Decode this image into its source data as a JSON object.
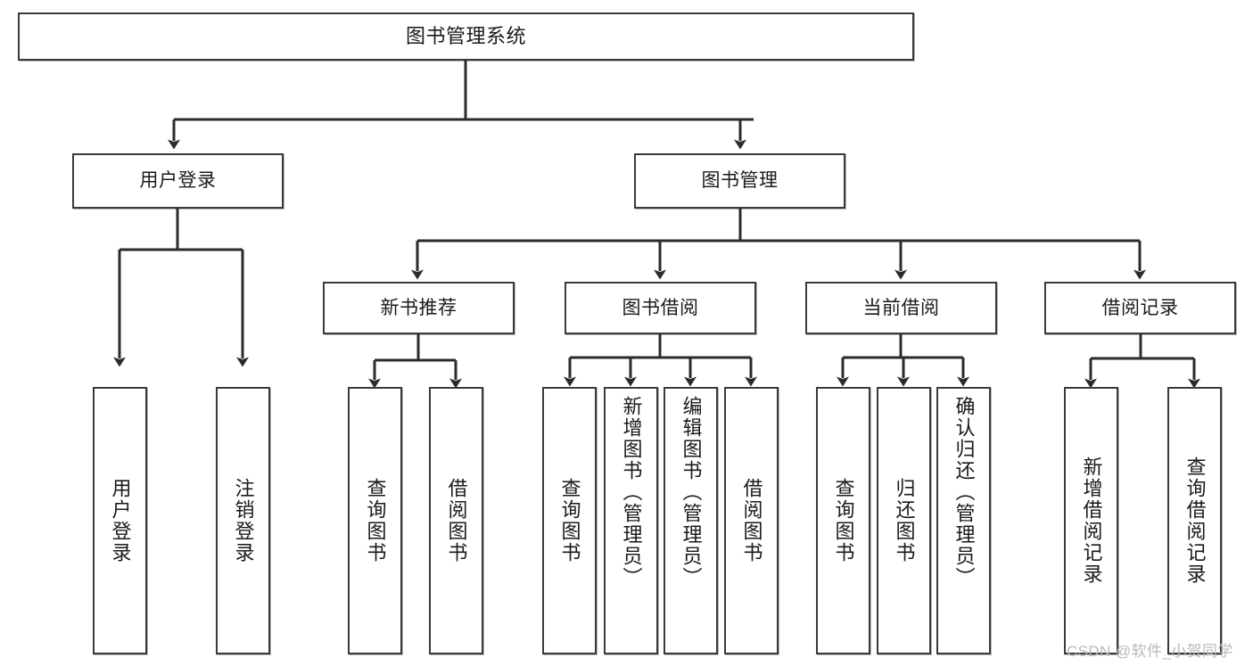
{
  "diagram": {
    "title": "图书管理系统",
    "type": "功能结构图",
    "root": {
      "label": "图书管理系统"
    },
    "level2": [
      {
        "label": "用户登录"
      },
      {
        "label": "图书管理"
      }
    ],
    "level3": [
      {
        "label": "新书推荐"
      },
      {
        "label": "图书借阅"
      },
      {
        "label": "当前借阅"
      },
      {
        "label": "借阅记录"
      }
    ],
    "leaves": {
      "user_login": [
        {
          "label": "用户登录"
        },
        {
          "label": "注销登录"
        }
      ],
      "new_book_recommend": [
        {
          "label": "查询图书"
        },
        {
          "label": "借阅图书"
        }
      ],
      "book_borrow": [
        {
          "label": "查询图书"
        },
        {
          "label": "新增图书（管理员）"
        },
        {
          "label": "编辑图书（管理员）"
        },
        {
          "label": "借阅图书"
        }
      ],
      "current_borrow": [
        {
          "label": "查询图书"
        },
        {
          "label": "归还图书"
        },
        {
          "label": "确认归还（管理员）"
        }
      ],
      "borrow_record": [
        {
          "label": "新增借阅记录"
        },
        {
          "label": "查询借阅记录"
        }
      ]
    }
  },
  "watermark": {
    "text": "CSDN @软件_小贺同学"
  },
  "colors": {
    "border": "#3a3a3a",
    "text": "#1a1a1a",
    "background": "#ffffff",
    "watermark": "#b9b9b9"
  }
}
